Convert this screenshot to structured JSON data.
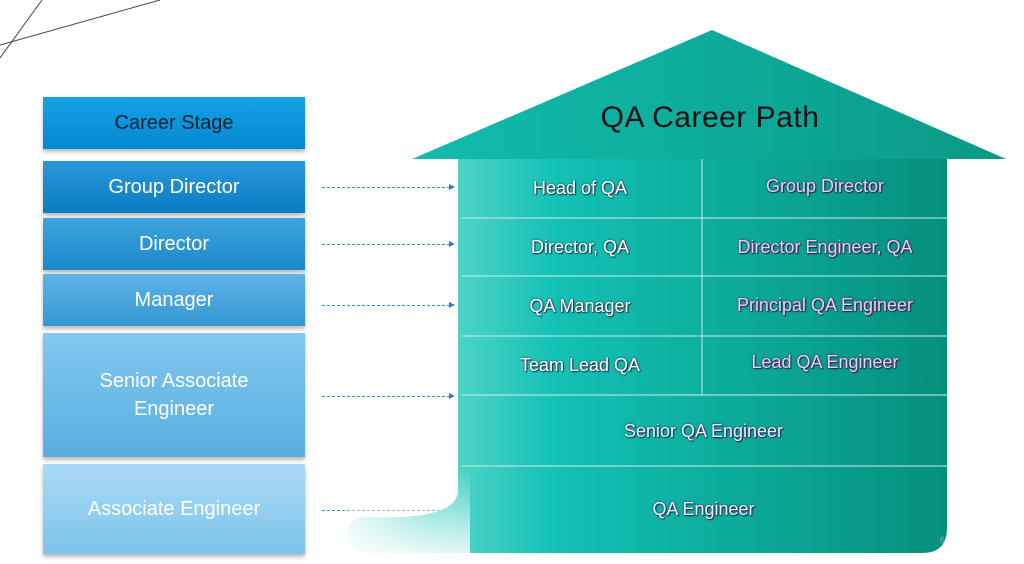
{
  "stages": {
    "header": "Career Stage",
    "items": [
      "Group Director",
      "Director",
      "Manager",
      "Senior Associate Engineer",
      "Associate Engineer"
    ]
  },
  "house": {
    "title": "QA Career Path",
    "rows": [
      {
        "management": "Head of QA",
        "engineering": "Group Director"
      },
      {
        "management": "Director, QA",
        "engineering": "Director Engineer, QA"
      },
      {
        "management": "QA Manager",
        "engineering": "Principal QA Engineer"
      },
      {
        "management": "Team Lead QA",
        "engineering": "Lead QA Engineer"
      }
    ],
    "shared_rows": [
      "Senior QA Engineer",
      "QA Engineer"
    ]
  },
  "page_number": "6",
  "colors": {
    "stage_blue_dark": "#0b7cc4",
    "stage_blue_light": "#a9daf5",
    "house_teal": "#0aa89a",
    "house_teal_dark": "#07917e",
    "engineering_text": "#f3c9f3",
    "arrow": "#3a8fd3"
  }
}
